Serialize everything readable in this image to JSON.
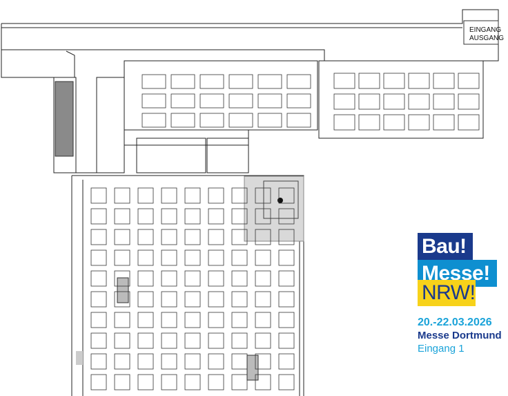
{
  "entrance_sign": {
    "line1": "EINGANG",
    "line2": "AUSGANG"
  },
  "logo": {
    "line1": "Bau!",
    "line2": "Messe!",
    "line3": "NRW!"
  },
  "event": {
    "dates": "20.-22.03.2026",
    "venue": "Messe Dortmund",
    "entrance": "Eingang 1"
  },
  "colors": {
    "logo_dark_blue": "#1a3a8c",
    "logo_light_blue": "#0e8fd0",
    "logo_yellow": "#f7d21a",
    "info_light_blue": "#1aa3d9",
    "highlight_area": "#d9d9d9",
    "stair_fill": "#8a8a8a"
  }
}
